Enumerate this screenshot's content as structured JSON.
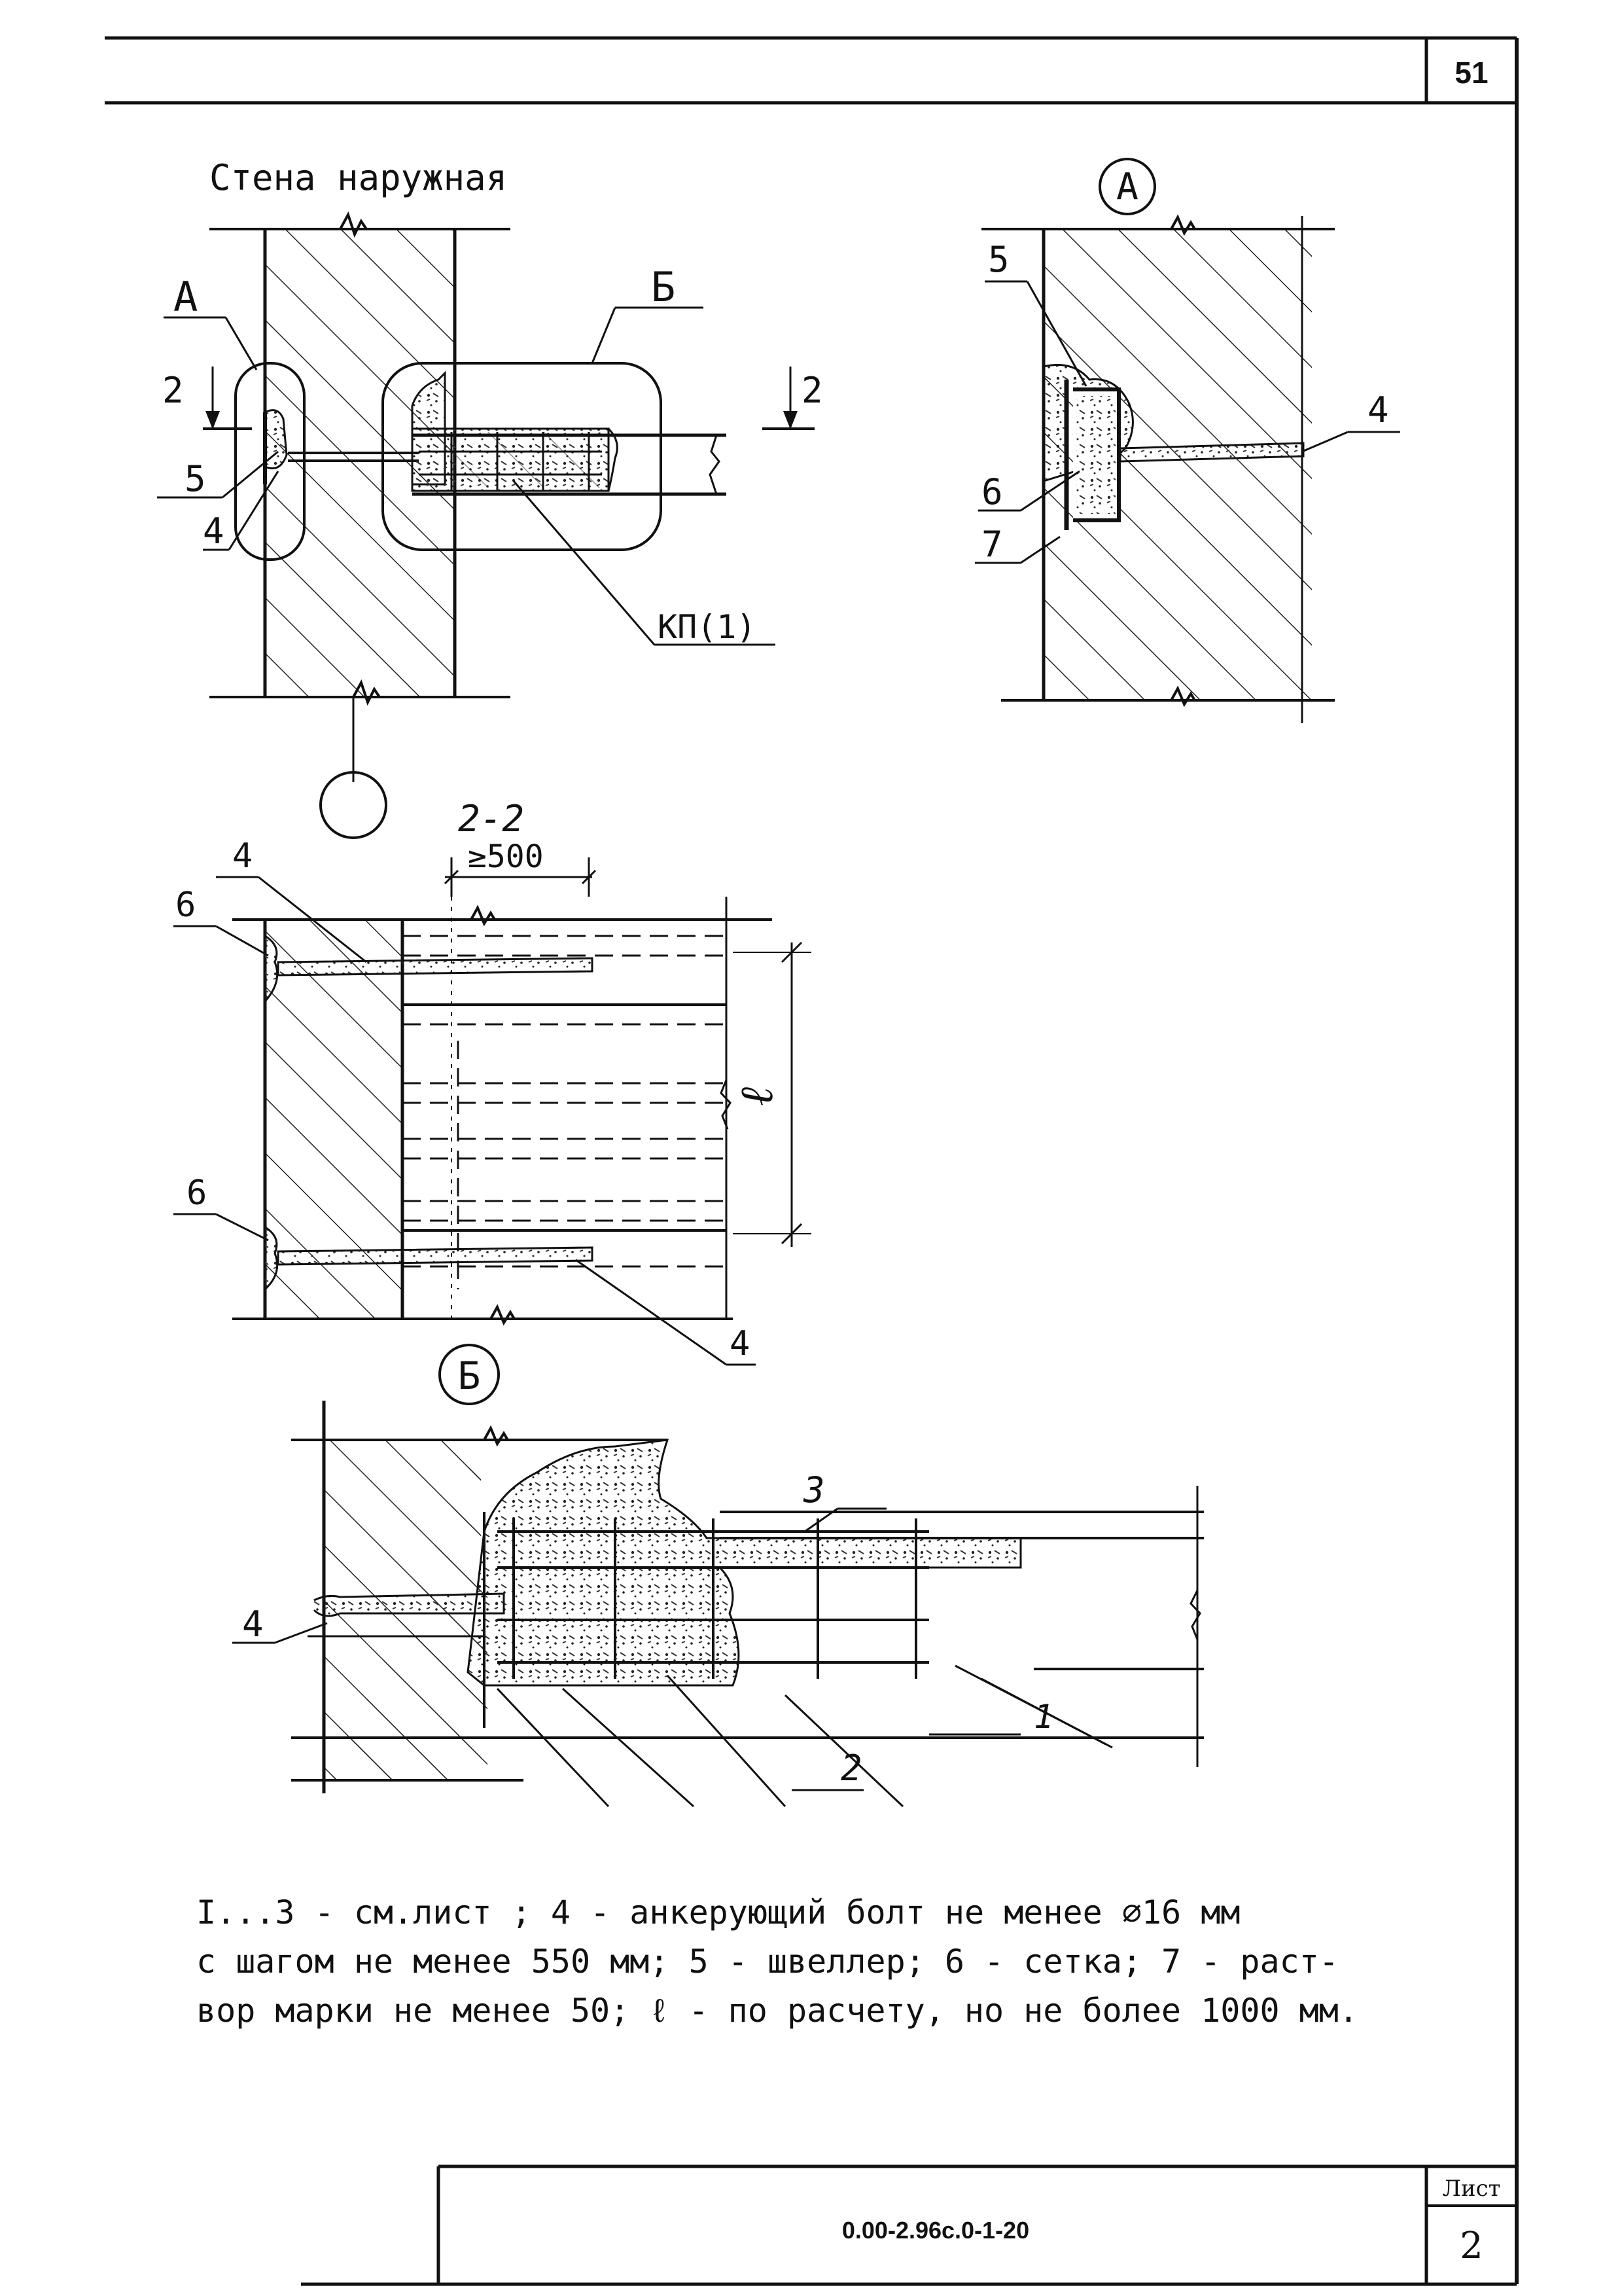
{
  "header": {
    "sheet_number": "51"
  },
  "drawing_main": {
    "wall_label": "Стена наружная",
    "callout_a": "А",
    "callout_b": "Б",
    "section_mark": "2",
    "label_5": "5",
    "label_4": "4",
    "label_kp": "КП(1)"
  },
  "detail_a": {
    "title": "А",
    "label_5": "5",
    "label_6": "6",
    "label_7": "7",
    "label_4": "4"
  },
  "section_2_2": {
    "title": "2-2",
    "dimension": "≥500",
    "label_4_top": "4",
    "label_6_top": "6",
    "label_6_bottom": "6",
    "label_4_bottom": "4",
    "dimension_l": "ℓ"
  },
  "detail_b": {
    "title": "Б",
    "label_3": "3",
    "label_4": "4",
    "label_1": "1",
    "label_2": "2"
  },
  "notes": {
    "line1": "I...3 - см.лист   ; 4 - анкерующий болт не менее ∅16 мм",
    "line2": "с шагом не менее 550 мм; 5 - швеллер; 6 - сетка; 7 - раст-",
    "line3": "вор марки не менее 50; ℓ - по расчету, но не более 1000 мм."
  },
  "title_block": {
    "code": "0.00-2.96с.0-1-20",
    "sheet_label": "Лист",
    "sheet_value": "2"
  }
}
